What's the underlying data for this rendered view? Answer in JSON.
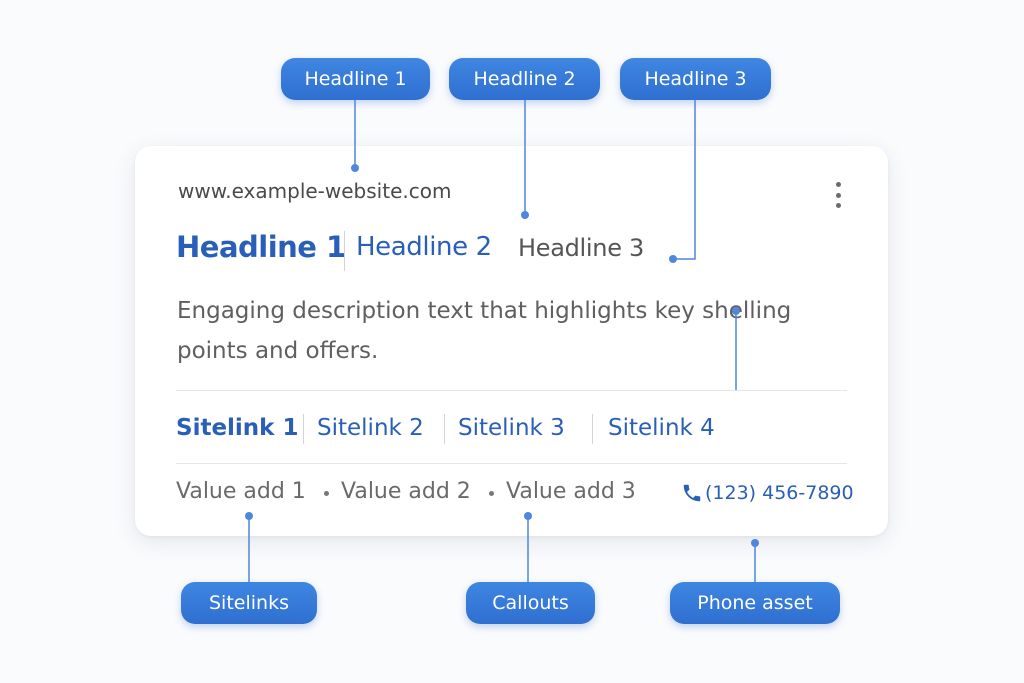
{
  "labels": {
    "headline1": "Headline 1",
    "headline2": "Headline 2",
    "headline3": "Headline 3",
    "sitelinks": "Sitelinks",
    "callouts": "Callouts",
    "phone_asset": "Phone asset"
  },
  "ad": {
    "url": "www.example-website.com",
    "headline1": "Headline 1",
    "headline2": "Headline 2",
    "headline3": "Headline 3",
    "description_line1": "Engaging description text that highlights key shelling",
    "description_line2": "points and offers.",
    "sitelinks": [
      "Sitelink 1",
      "Sitelink 2",
      "Sitelink 3",
      "Sitelink 4"
    ],
    "callouts": [
      "Value add 1",
      "Value add 2",
      "Value add 3"
    ],
    "phone": "(123) 456-7890"
  },
  "icons": {
    "menu": "kebab-menu-icon",
    "phone": "phone-icon"
  },
  "colors": {
    "accent": "#2f6fd0",
    "link": "#2a5fb8",
    "connector": "#4f86de"
  }
}
